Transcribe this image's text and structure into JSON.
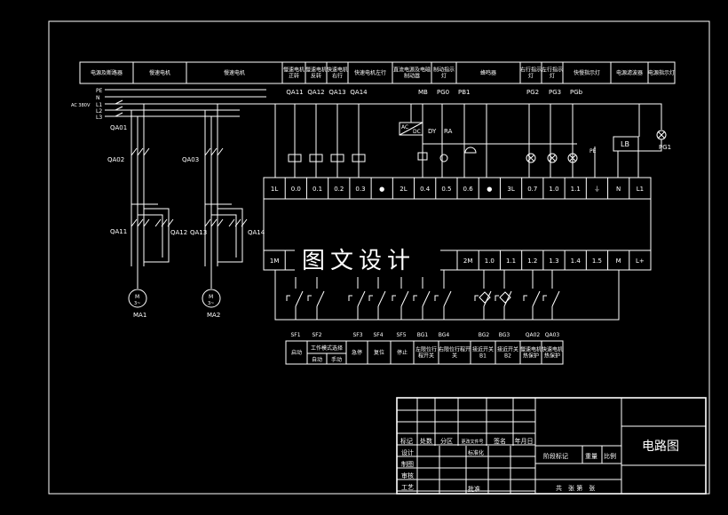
{
  "header_cells": [
    "电源及断路器",
    "慢速电机",
    "慢速电机",
    "慢速电机正转",
    "慢速电机反转",
    "快速电机右行",
    "快速电机左行",
    "直流电源及电磁制动器",
    "制动指示灯",
    "蜂鸣器",
    "右行指示灯",
    "左行指示灯",
    "快慢指示灯",
    "电源滤波器",
    "电源指示灯"
  ],
  "power": {
    "pe": "PE",
    "n": "N",
    "l1": "L1",
    "l2": "L2",
    "l3": "L3",
    "ac": "AC 380V",
    "qa01": "QA01"
  },
  "motor1": {
    "qa": "QA02",
    "qa11": "QA11",
    "qa12": "QA12",
    "ma": "MA1",
    "m": "M",
    "tilde": "3~"
  },
  "motor2": {
    "qa": "QA03",
    "qa13": "QA13",
    "qa14": "QA14",
    "ma": "MA2",
    "m": "M",
    "tilde": "3~"
  },
  "coil_labels": [
    "QA11",
    "QA12",
    "QA13",
    "QA14"
  ],
  "top_labels": {
    "mb": "MB",
    "pg0": "PG0",
    "pb1": "PB1",
    "pg2": "PG2",
    "pg3": "PG3",
    "pgb": "PGb",
    "pg1": "PG1",
    "pe": "PE",
    "lb": "LB",
    "ac": "AC",
    "dc": "DC",
    "dy": "DY",
    "ra": "RA"
  },
  "plc_outputs": [
    "1L",
    "0.0",
    "0.1",
    "0.2",
    "0.3",
    "●",
    "2L",
    "0.4",
    "0.5",
    "0.6",
    "●",
    "3L",
    "0.7",
    "1.0",
    "1.1",
    "⏚",
    "N",
    "L1"
  ],
  "plc_inputs": [
    "1M",
    "",
    "",
    "",
    "",
    "",
    "",
    "",
    "",
    "2M",
    "1.0",
    "1.1",
    "1.2",
    "1.3",
    "1.4",
    "1.5",
    "M",
    "L+"
  ],
  "watermark": "图文设计",
  "switch_labels": [
    "SF1",
    "SF2",
    "SF3",
    "SF4",
    "SF5",
    "BG1",
    "BG4",
    "BG2",
    "BG3",
    "QA02",
    "QA03"
  ],
  "function_cells": [
    {
      "text": "启动"
    },
    {
      "text": "工作模式选择",
      "sub": [
        "自动",
        "手动"
      ]
    },
    {
      "text": "急停"
    },
    {
      "text": "复位"
    },
    {
      "text": "停止"
    },
    {
      "text": "左限位行程开关"
    },
    {
      "text": "右限位行程开关"
    },
    {
      "text": "接近开关B1"
    },
    {
      "text": "接近开关B2"
    },
    {
      "text": "慢速电机热保护"
    },
    {
      "text": "快速电机热保护"
    }
  ],
  "title_block": {
    "headers": [
      "标记",
      "处数",
      "分区",
      "更改文件号",
      "签名",
      "年月日"
    ],
    "rows": [
      "设计",
      "制图",
      "审核",
      "工艺"
    ],
    "std": "标准化",
    "approve": "批准",
    "stage": "阶段标记",
    "weight": "重量",
    "scale": "比例",
    "sheets": "共　张 第　张",
    "drawing_title": "电路图"
  }
}
